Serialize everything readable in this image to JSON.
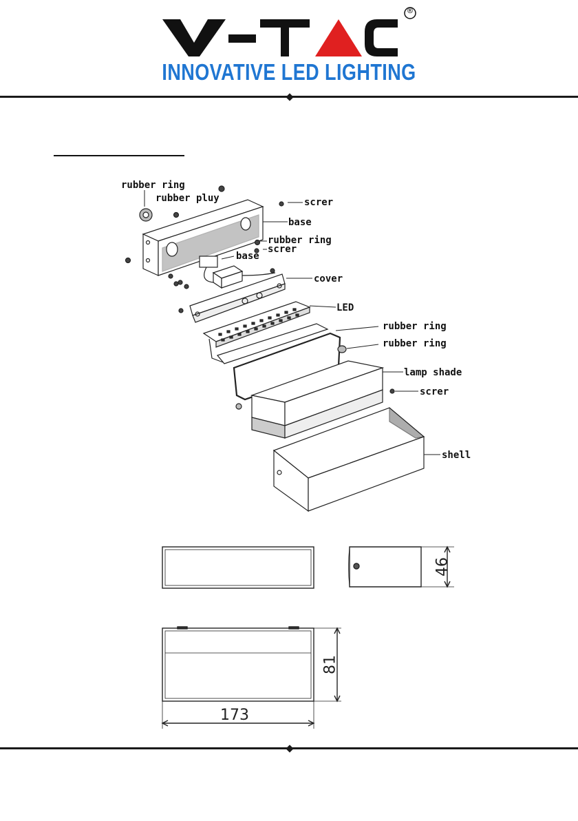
{
  "brand": {
    "logo_text": "V-TAC",
    "registered_mark": "®",
    "tagline": "INNOVATIVE LED LIGHTING",
    "colors": {
      "logo_dark": "#111111",
      "logo_red": "#e02020",
      "tagline_blue": "#1f76d2"
    }
  },
  "exploded_view": {
    "labels": {
      "rubber_ring_1": "rubber ring",
      "rubber_pluy": "rubber pluy",
      "screr_1": "screr",
      "base_1": "base",
      "rubber_ring_2": "rubber ring",
      "screr_2": "screr",
      "base_2": "base",
      "cover": "cover",
      "led": "LED",
      "rubber_ring_3": "rubber ring",
      "rubber_ring_4": "rubber ring",
      "lamp_shade": "lamp shade",
      "screr_3": "screr",
      "shell": "shell"
    }
  },
  "dimensions": {
    "depth": "46",
    "height": "81",
    "width": "173"
  }
}
